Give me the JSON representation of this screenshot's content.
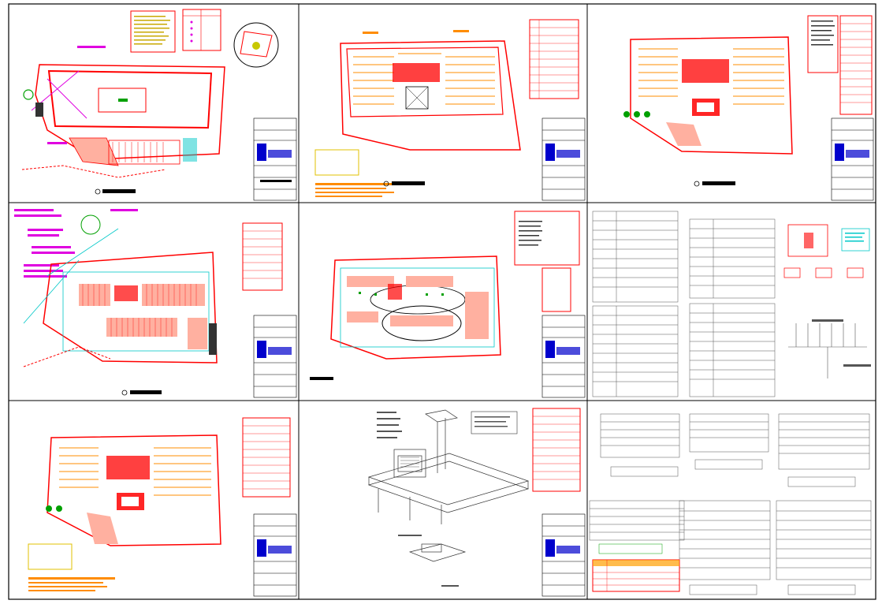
{
  "sheet_title": "",
  "panels": [
    {
      "id": "p1",
      "note_pink": "",
      "north": "N"
    },
    {
      "id": "p2",
      "legend_title": "",
      "legend": [
        "",
        "",
        ""
      ],
      "note": [
        "",
        "",
        "",
        "",
        ""
      ]
    },
    {
      "id": "p3"
    },
    {
      "id": "p4",
      "callouts": [
        "",
        "",
        "",
        "",
        "",
        ""
      ]
    },
    {
      "id": "p5"
    },
    {
      "id": "p6"
    },
    {
      "id": "p7",
      "legend": [
        "",
        "",
        ""
      ],
      "note": [
        "",
        "",
        "",
        "",
        ""
      ]
    },
    {
      "id": "p8"
    },
    {
      "id": "p9"
    }
  ],
  "colors": {
    "frame": "#000000",
    "building": "#ff0000",
    "light": "#ff8c00",
    "text_orange": "#e08000",
    "green": "#00a000",
    "cyan": "#00c8c8",
    "magenta": "#e000e0",
    "blue": "#0000cc",
    "salmon": "#ffb0a0"
  }
}
